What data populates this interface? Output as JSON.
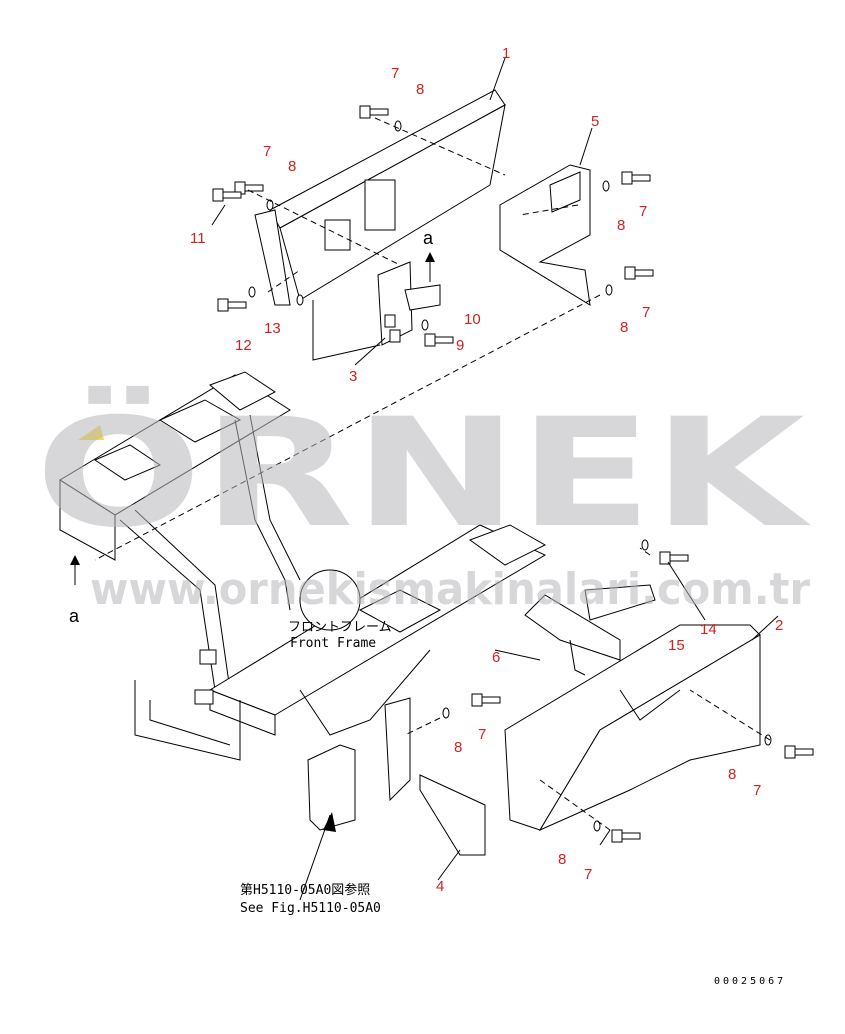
{
  "watermark": {
    "brand": "ÖRNEK",
    "url": "www.ornekismakinalari.com.tr",
    "color": "#b8b8bd",
    "accent": "#f2c700"
  },
  "labels": {
    "front_frame_jp": "フロントフレーム",
    "front_frame_en": "Front Frame",
    "see_fig_jp": "第H5110-05A0図参照",
    "see_fig_en": "See Fig.H5110-05A0"
  },
  "callouts": [
    "1",
    "7",
    "8",
    "7",
    "8",
    "11",
    "5",
    "7",
    "8",
    "7",
    "8",
    "10",
    "9",
    "13",
    "12",
    "3",
    "a",
    "a",
    "14",
    "15",
    "2",
    "6",
    "7",
    "8",
    "8",
    "7",
    "4",
    "8",
    "7"
  ],
  "callout_color": "#d42020",
  "document_number": "00025067"
}
